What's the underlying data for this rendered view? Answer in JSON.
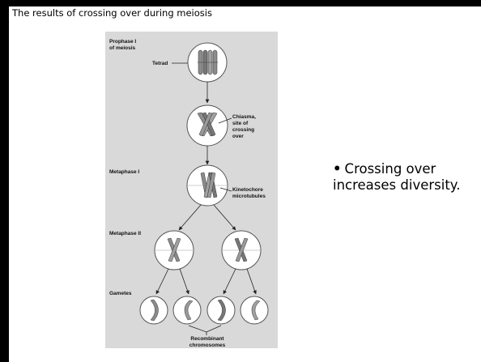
{
  "slide": {
    "title": "The results of crossing over during meiosis",
    "bullet": "Crossing over increases diversity."
  },
  "figure": {
    "labels": {
      "prophase": "Prophase I",
      "of_meiosis": "of meiosis",
      "tetrad": "Tetrad",
      "chiasma_1": "Chiasma,",
      "chiasma_2": "site of",
      "chiasma_3": "crossing",
      "chiasma_4": "over",
      "metaphase1": "Metaphase I",
      "kinetochore_1": "Kinetochore",
      "kinetochore_2": "microtubules",
      "metaphase2": "Metaphase II",
      "gametes": "Gametes",
      "recombinant_1": "Recombinant",
      "recombinant_2": "chromosomes"
    }
  },
  "colors": {
    "figure_bg": "#d9d9d9",
    "border": "#000000",
    "chromosome": "#8c8c8c"
  }
}
